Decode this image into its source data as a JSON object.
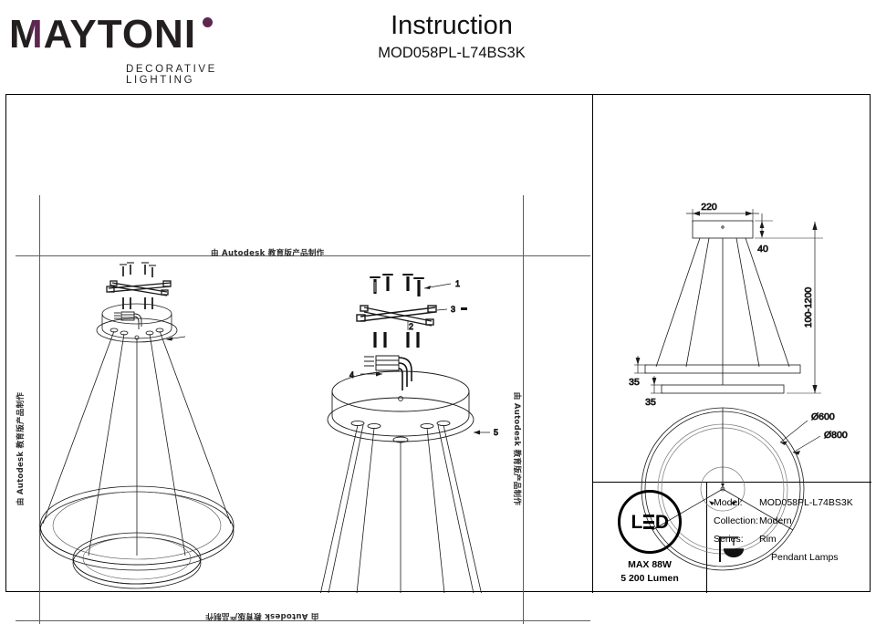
{
  "header": {
    "logo_word_pre": "M",
    "logo_word_accent": "",
    "logo_word_rest": "AYTONI",
    "logo_full": "MAYTONI",
    "logo_tagline": "DECORATIVE LIGHTING",
    "title": "Instruction",
    "model_code": "MOD058PL-L74BS3K",
    "brand_accent_color": "#5c2750"
  },
  "watermark": {
    "text": "由 Autodesk 教育版产品制作"
  },
  "info_panel": {
    "led_badge": "LED",
    "max_watt": "MAX 88W",
    "lumen": "5 200 Lumen",
    "rows": [
      {
        "label": "Model:",
        "value": "MOD058PL-L74BS3K"
      },
      {
        "label": "Collection:",
        "value": "Modern"
      },
      {
        "label": "Series:",
        "value": "Rim"
      }
    ],
    "category": "Pendant Lamps",
    "lamp_icon": "pendant-lamp-icon"
  },
  "dimensions": {
    "canopy_width": "220",
    "canopy_height": "40",
    "suspension_range": "100-1200",
    "ring_thickness_outer": "35",
    "ring_thickness_inner": "35",
    "diameter_inner": "Ø600",
    "diameter_outer": "Ø800"
  },
  "assembly_callouts": {
    "c1": "1",
    "c2": "2",
    "c3": "3",
    "c4": "4",
    "c5": "5"
  },
  "drawings": {
    "left_view": "perspective-assembly-view",
    "middle_view": "exploded-canopy-view",
    "right_elevation": "front-elevation-dimensioned",
    "right_plan": "bottom-plan-view"
  }
}
